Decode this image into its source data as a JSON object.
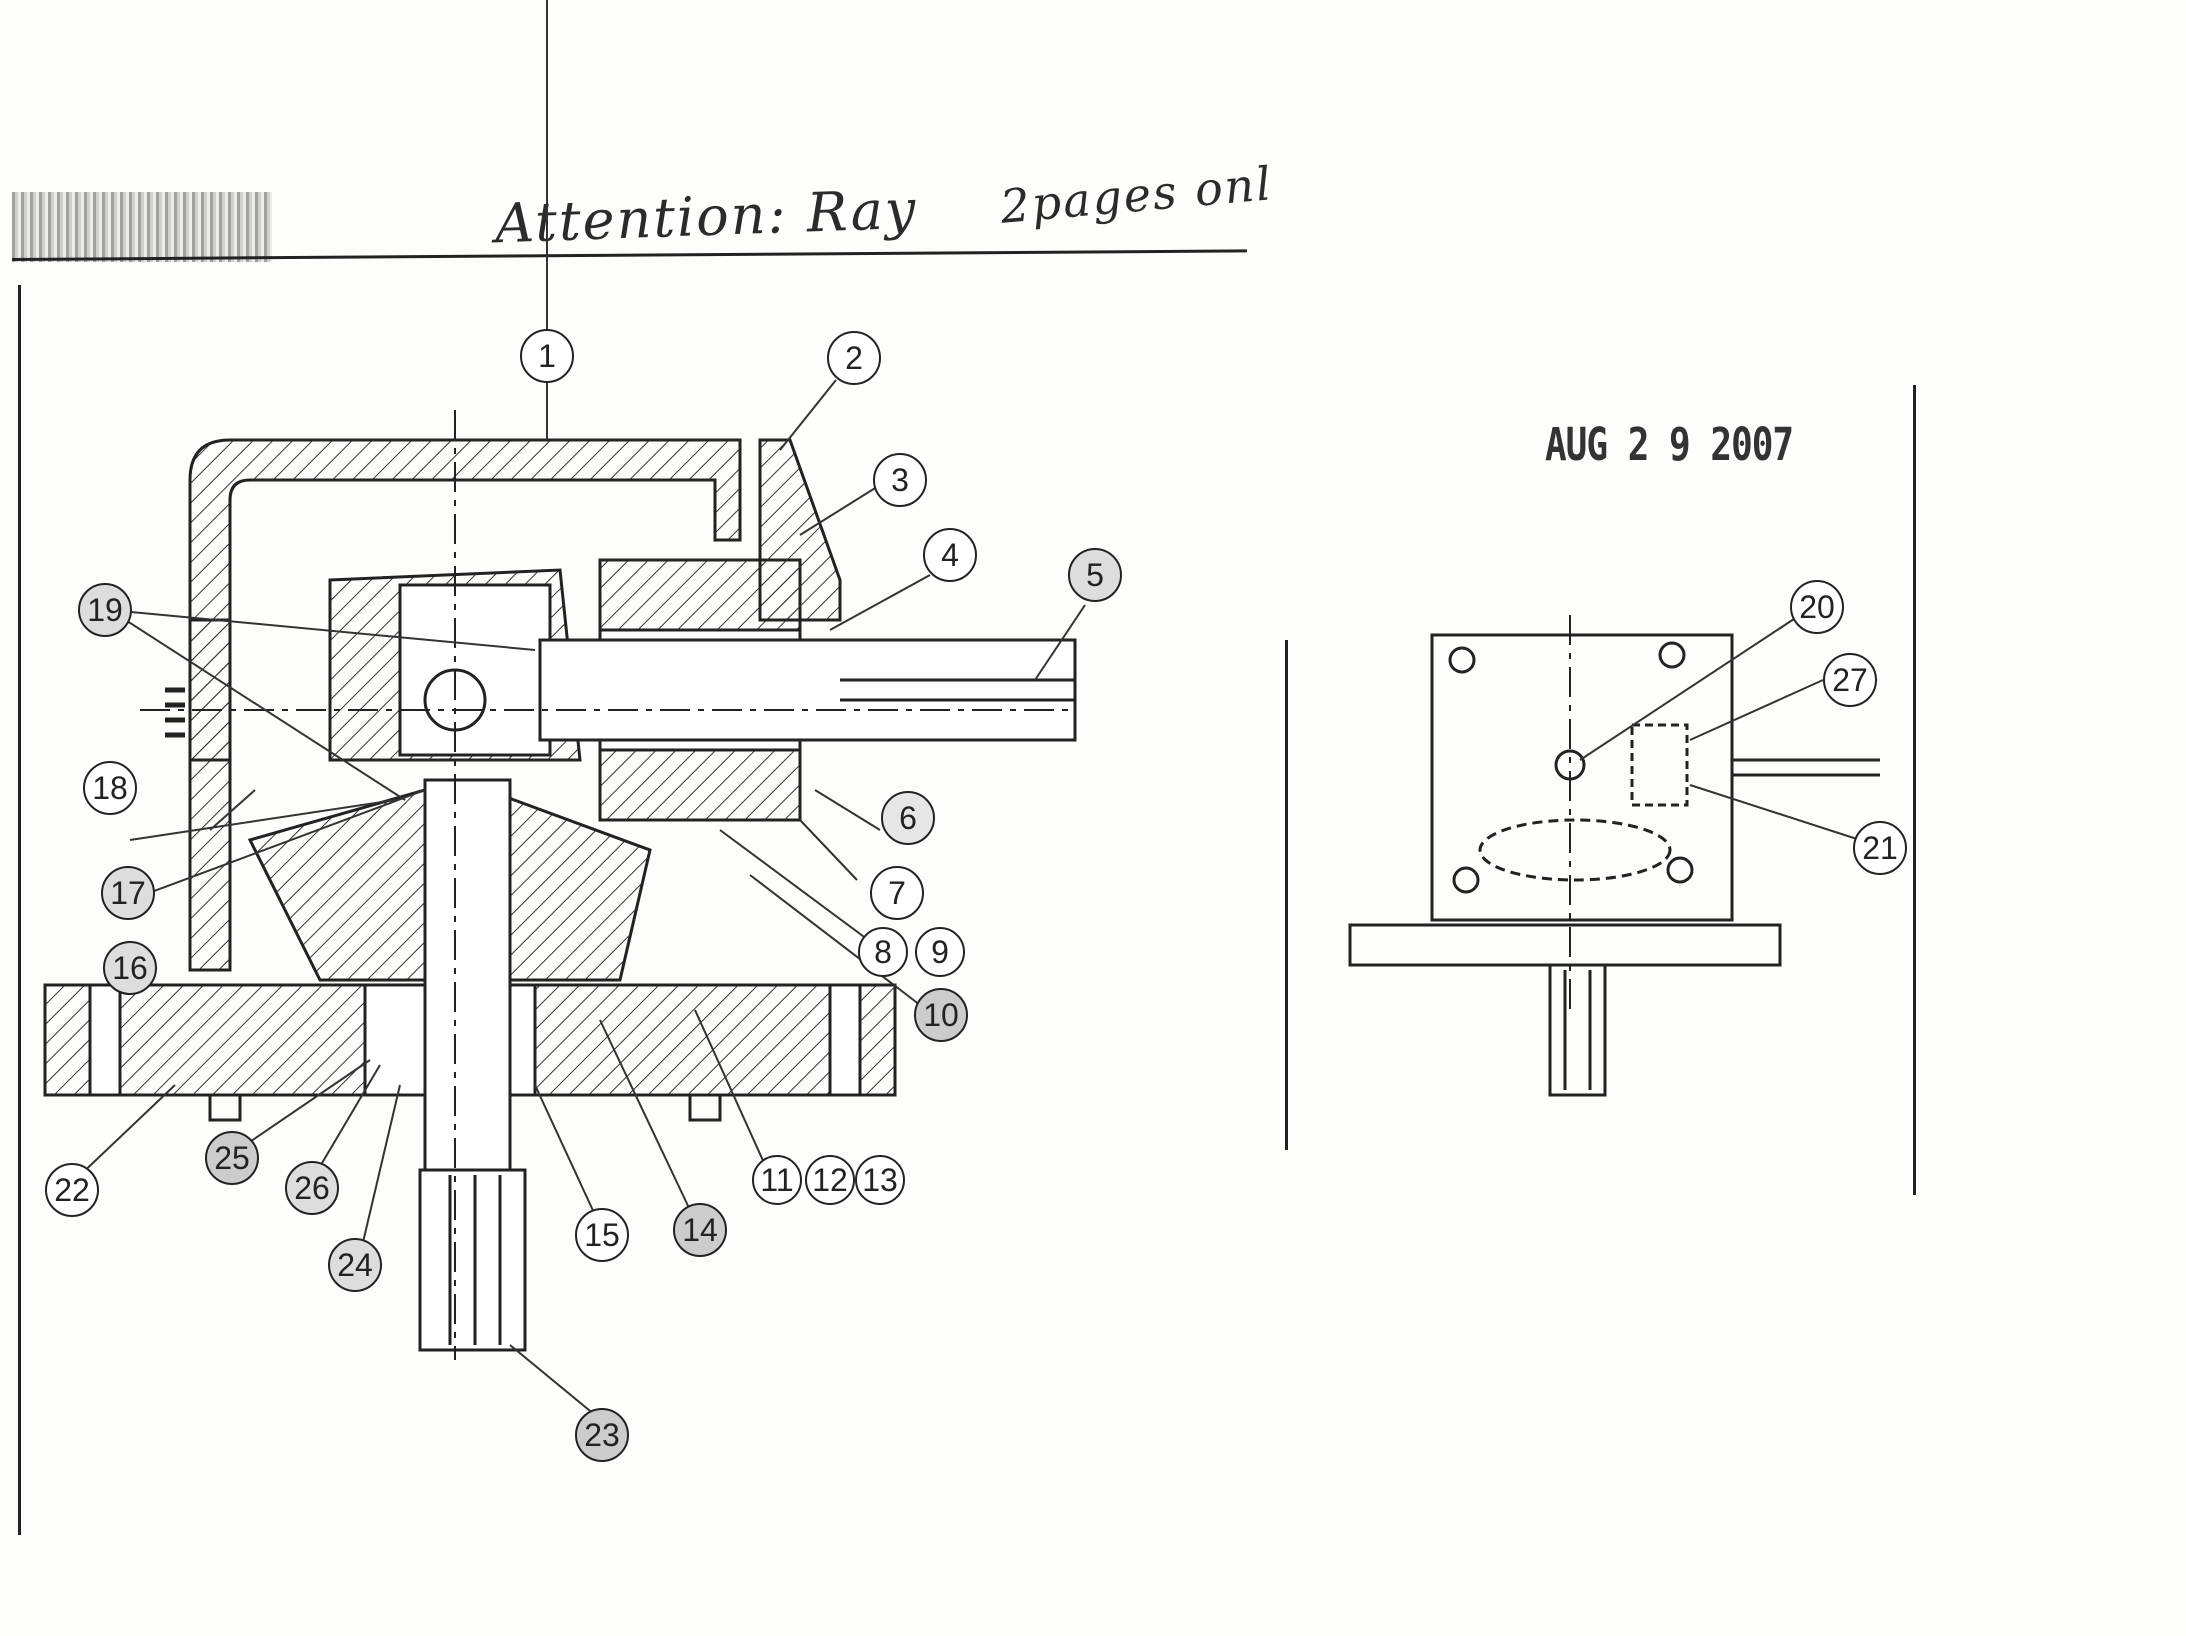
{
  "header": {
    "handwritten_attention": "Attention: Ray",
    "handwritten_pages": "2pages onl"
  },
  "stamp": {
    "date": "AUG 2 9 2007"
  },
  "callouts": {
    "c1": "1",
    "c2": "2",
    "c3": "3",
    "c4": "4",
    "c5": "5",
    "c6": "6",
    "c7": "7",
    "c8": "8",
    "c9": "9",
    "c10": "10",
    "c11": "11",
    "c12": "12",
    "c13": "13",
    "c14": "14",
    "c15": "15",
    "c16": "16",
    "c17": "17",
    "c18": "18",
    "c19": "19",
    "c20": "20",
    "c21": "21",
    "c22": "22",
    "c23": "23",
    "c24": "24",
    "c25": "25",
    "c26": "26",
    "c27": "27"
  }
}
